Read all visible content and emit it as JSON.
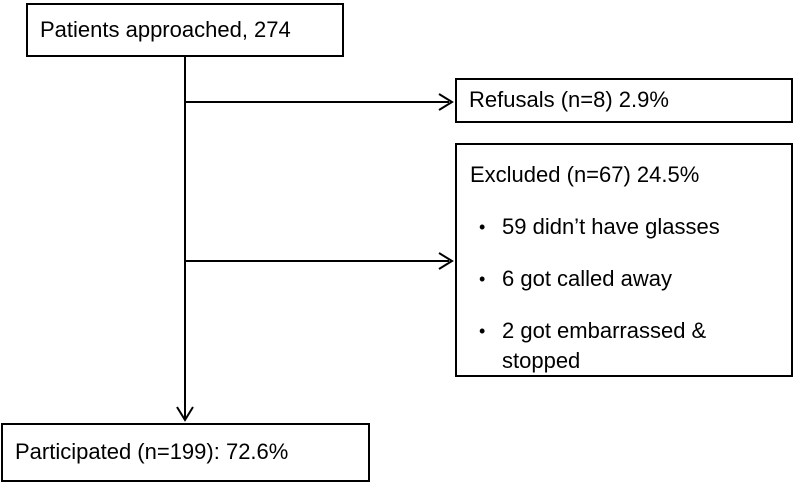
{
  "colors": {
    "ink": "#000000",
    "paper": "#ffffff"
  },
  "flowchart": {
    "boxes": {
      "approached": {
        "label": "Patients approached, 274"
      },
      "refusals": {
        "label": "Refusals (n=8) 2.9%"
      },
      "excluded": {
        "title": "Excluded (n=67) 24.5%",
        "bullet_icon": "•",
        "bullets": [
          "59 didn’t have glasses",
          "6 got called away",
          "2 got embarrassed & stopped"
        ]
      },
      "participated": {
        "label": "Participated (n=199): 72.6%"
      }
    }
  }
}
